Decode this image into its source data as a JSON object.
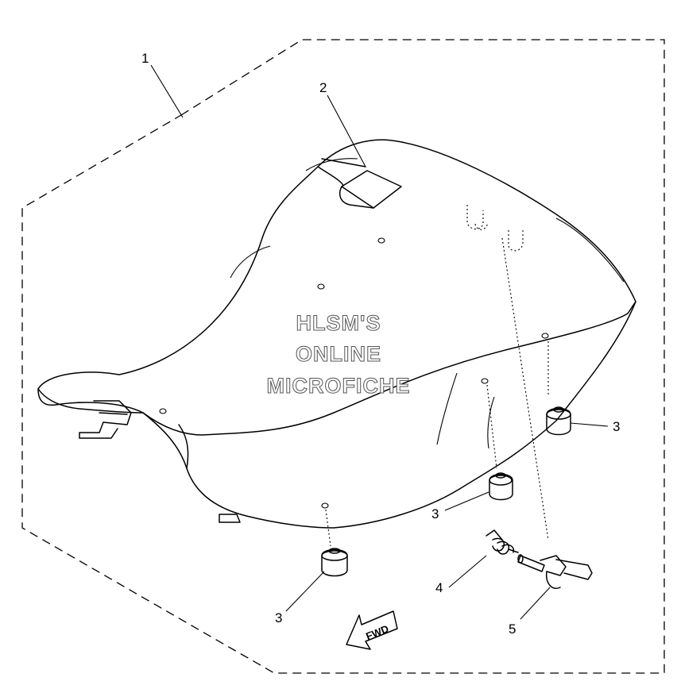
{
  "callouts": {
    "c1": "1",
    "c2": "2",
    "c3a": "3",
    "c3b": "3",
    "c3c": "3",
    "c4": "4",
    "c5": "5"
  },
  "watermark": {
    "line1": "HLSM'S",
    "line2": "ONLINE",
    "line3": "MICROFICHE"
  },
  "fwd_label": "FWD"
}
